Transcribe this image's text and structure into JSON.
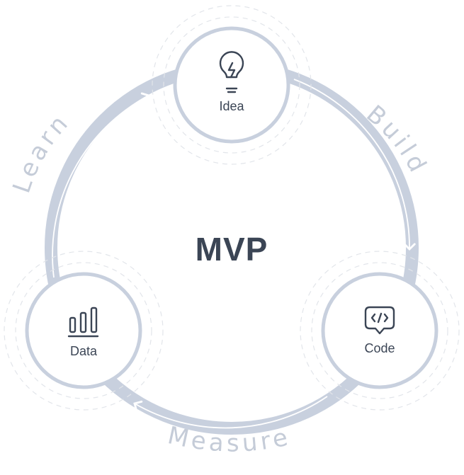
{
  "diagram": {
    "center_title": "MVP",
    "nodes": [
      {
        "id": "idea",
        "label": "Idea",
        "icon": "lightbulb-icon"
      },
      {
        "id": "code",
        "label": "Code",
        "icon": "code-bubble-icon"
      },
      {
        "id": "data",
        "label": "Data",
        "icon": "bar-chart-icon"
      }
    ],
    "arc_labels": {
      "build": "Build",
      "measure": "Measure",
      "learn": "Learn"
    },
    "colors": {
      "ring": "#c8d0de",
      "node_border": "#c8d0de",
      "dashed": "#e2e5ea",
      "text_dark": "#3b4555",
      "arc_text": "#c5ccd8"
    }
  }
}
